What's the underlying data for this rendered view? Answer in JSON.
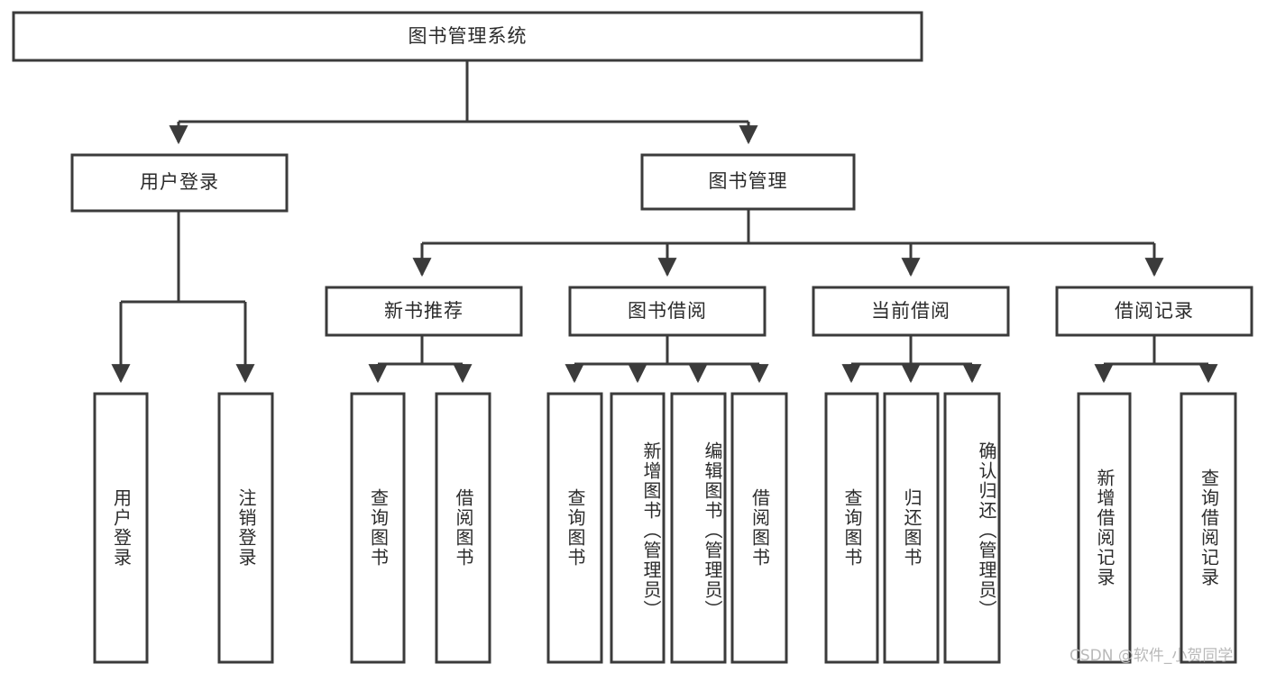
{
  "diagram": {
    "type": "tree",
    "title": "图书管理系统",
    "stroke_color": "#3b3b3b",
    "fill_color": "#ffffff",
    "text_color": "#2b2b2b",
    "watermark": "CSDN @软件_小贺同学",
    "root": {
      "label": "图书管理系统"
    },
    "level2": [
      {
        "label": "用户登录"
      },
      {
        "label": "图书管理"
      }
    ],
    "level3": [
      {
        "label": "新书推荐"
      },
      {
        "label": "图书借阅"
      },
      {
        "label": "当前借阅"
      },
      {
        "label": "借阅记录"
      }
    ],
    "leaves": {
      "user_login": [
        {
          "label": "用户登录"
        },
        {
          "label": "注销登录"
        }
      ],
      "new_book_recommend": [
        {
          "label": "查询图书"
        },
        {
          "label": "借阅图书"
        }
      ],
      "book_borrow": [
        {
          "label": "查询图书"
        },
        {
          "label": "新增图书（管理员）"
        },
        {
          "label": "编辑图书（管理员）"
        },
        {
          "label": "借阅图书"
        }
      ],
      "current_borrow": [
        {
          "label": "查询图书"
        },
        {
          "label": "归还图书"
        },
        {
          "label": "确认归还（管理员）"
        }
      ],
      "borrow_record": [
        {
          "label": "新增借阅记录"
        },
        {
          "label": "查询借阅记录"
        }
      ]
    }
  }
}
